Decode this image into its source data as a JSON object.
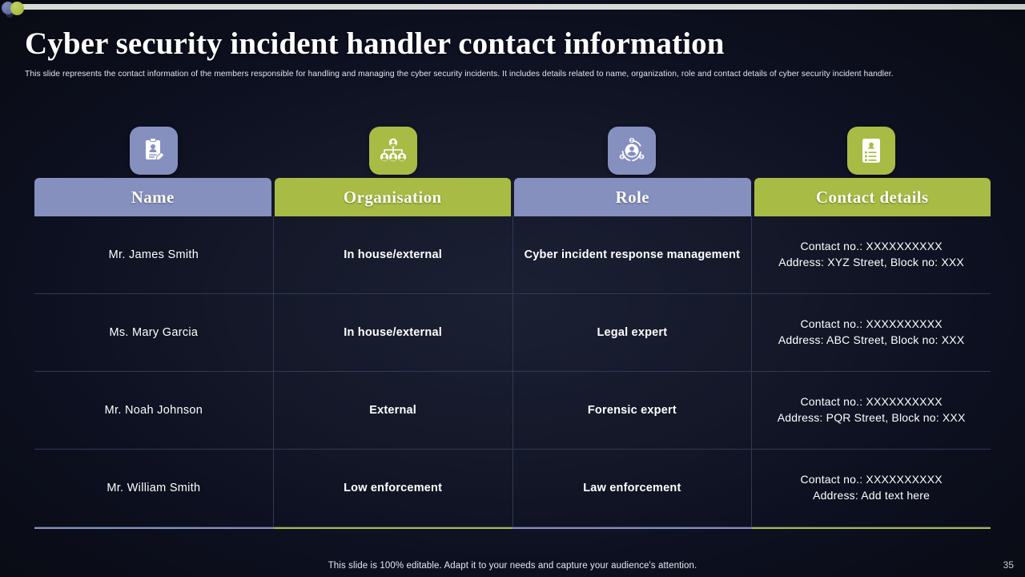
{
  "slide": {
    "title": "Cyber security incident handler contact information",
    "subtitle": "This slide represents the contact information of the members responsible for handling and managing the cyber security incidents. It includes details related to name, organization, role and contact details of cyber security incident handler.",
    "footer_note": "This slide is 100% editable. Adapt it to your needs and capture your audience's attention.",
    "page_number": "35"
  },
  "colors": {
    "accent_blue": "#8690bf",
    "accent_green": "#a8bb44",
    "background": "#0d1020",
    "grid_line": "#303a55",
    "text": "#ffffff",
    "top_bar": "#d8dad6"
  },
  "icons": [
    {
      "name": "id-clipboard-icon",
      "color": "#8690bf"
    },
    {
      "name": "org-chart-icon",
      "color": "#a8bb44"
    },
    {
      "name": "role-cycle-icon",
      "color": "#8690bf"
    },
    {
      "name": "contact-list-icon",
      "color": "#a8bb44"
    }
  ],
  "table": {
    "headers": [
      {
        "label": "Name",
        "color": "#8690bf"
      },
      {
        "label": "Organisation",
        "color": "#a8bb44"
      },
      {
        "label": "Role",
        "color": "#8690bf"
      },
      {
        "label": "Contact details",
        "color": "#a8bb44"
      }
    ],
    "rows": [
      {
        "name": "Mr. James Smith",
        "organisation": "In house/external",
        "role": "Cyber incident response management",
        "contact_line1": "Contact no.: XXXXXXXXXX",
        "contact_line2": "Address: XYZ Street, Block no: XXX"
      },
      {
        "name": "Ms. Mary Garcia",
        "organisation": "In house/external",
        "role": "Legal expert",
        "contact_line1": "Contact no.: XXXXXXXXXX",
        "contact_line2": "Address: ABC Street, Block no: XXX"
      },
      {
        "name": "Mr. Noah Johnson",
        "organisation": "External",
        "role": "Forensic expert",
        "contact_line1": "Contact no.: XXXXXXXXXX",
        "contact_line2": "Address: PQR Street, Block no: XXX"
      },
      {
        "name": "Mr. William Smith",
        "organisation": "Low enforcement",
        "role": "Law enforcement",
        "contact_line1": "Contact no.: XXXXXXXXXX",
        "contact_line2": "Address: Add text here"
      }
    ]
  }
}
